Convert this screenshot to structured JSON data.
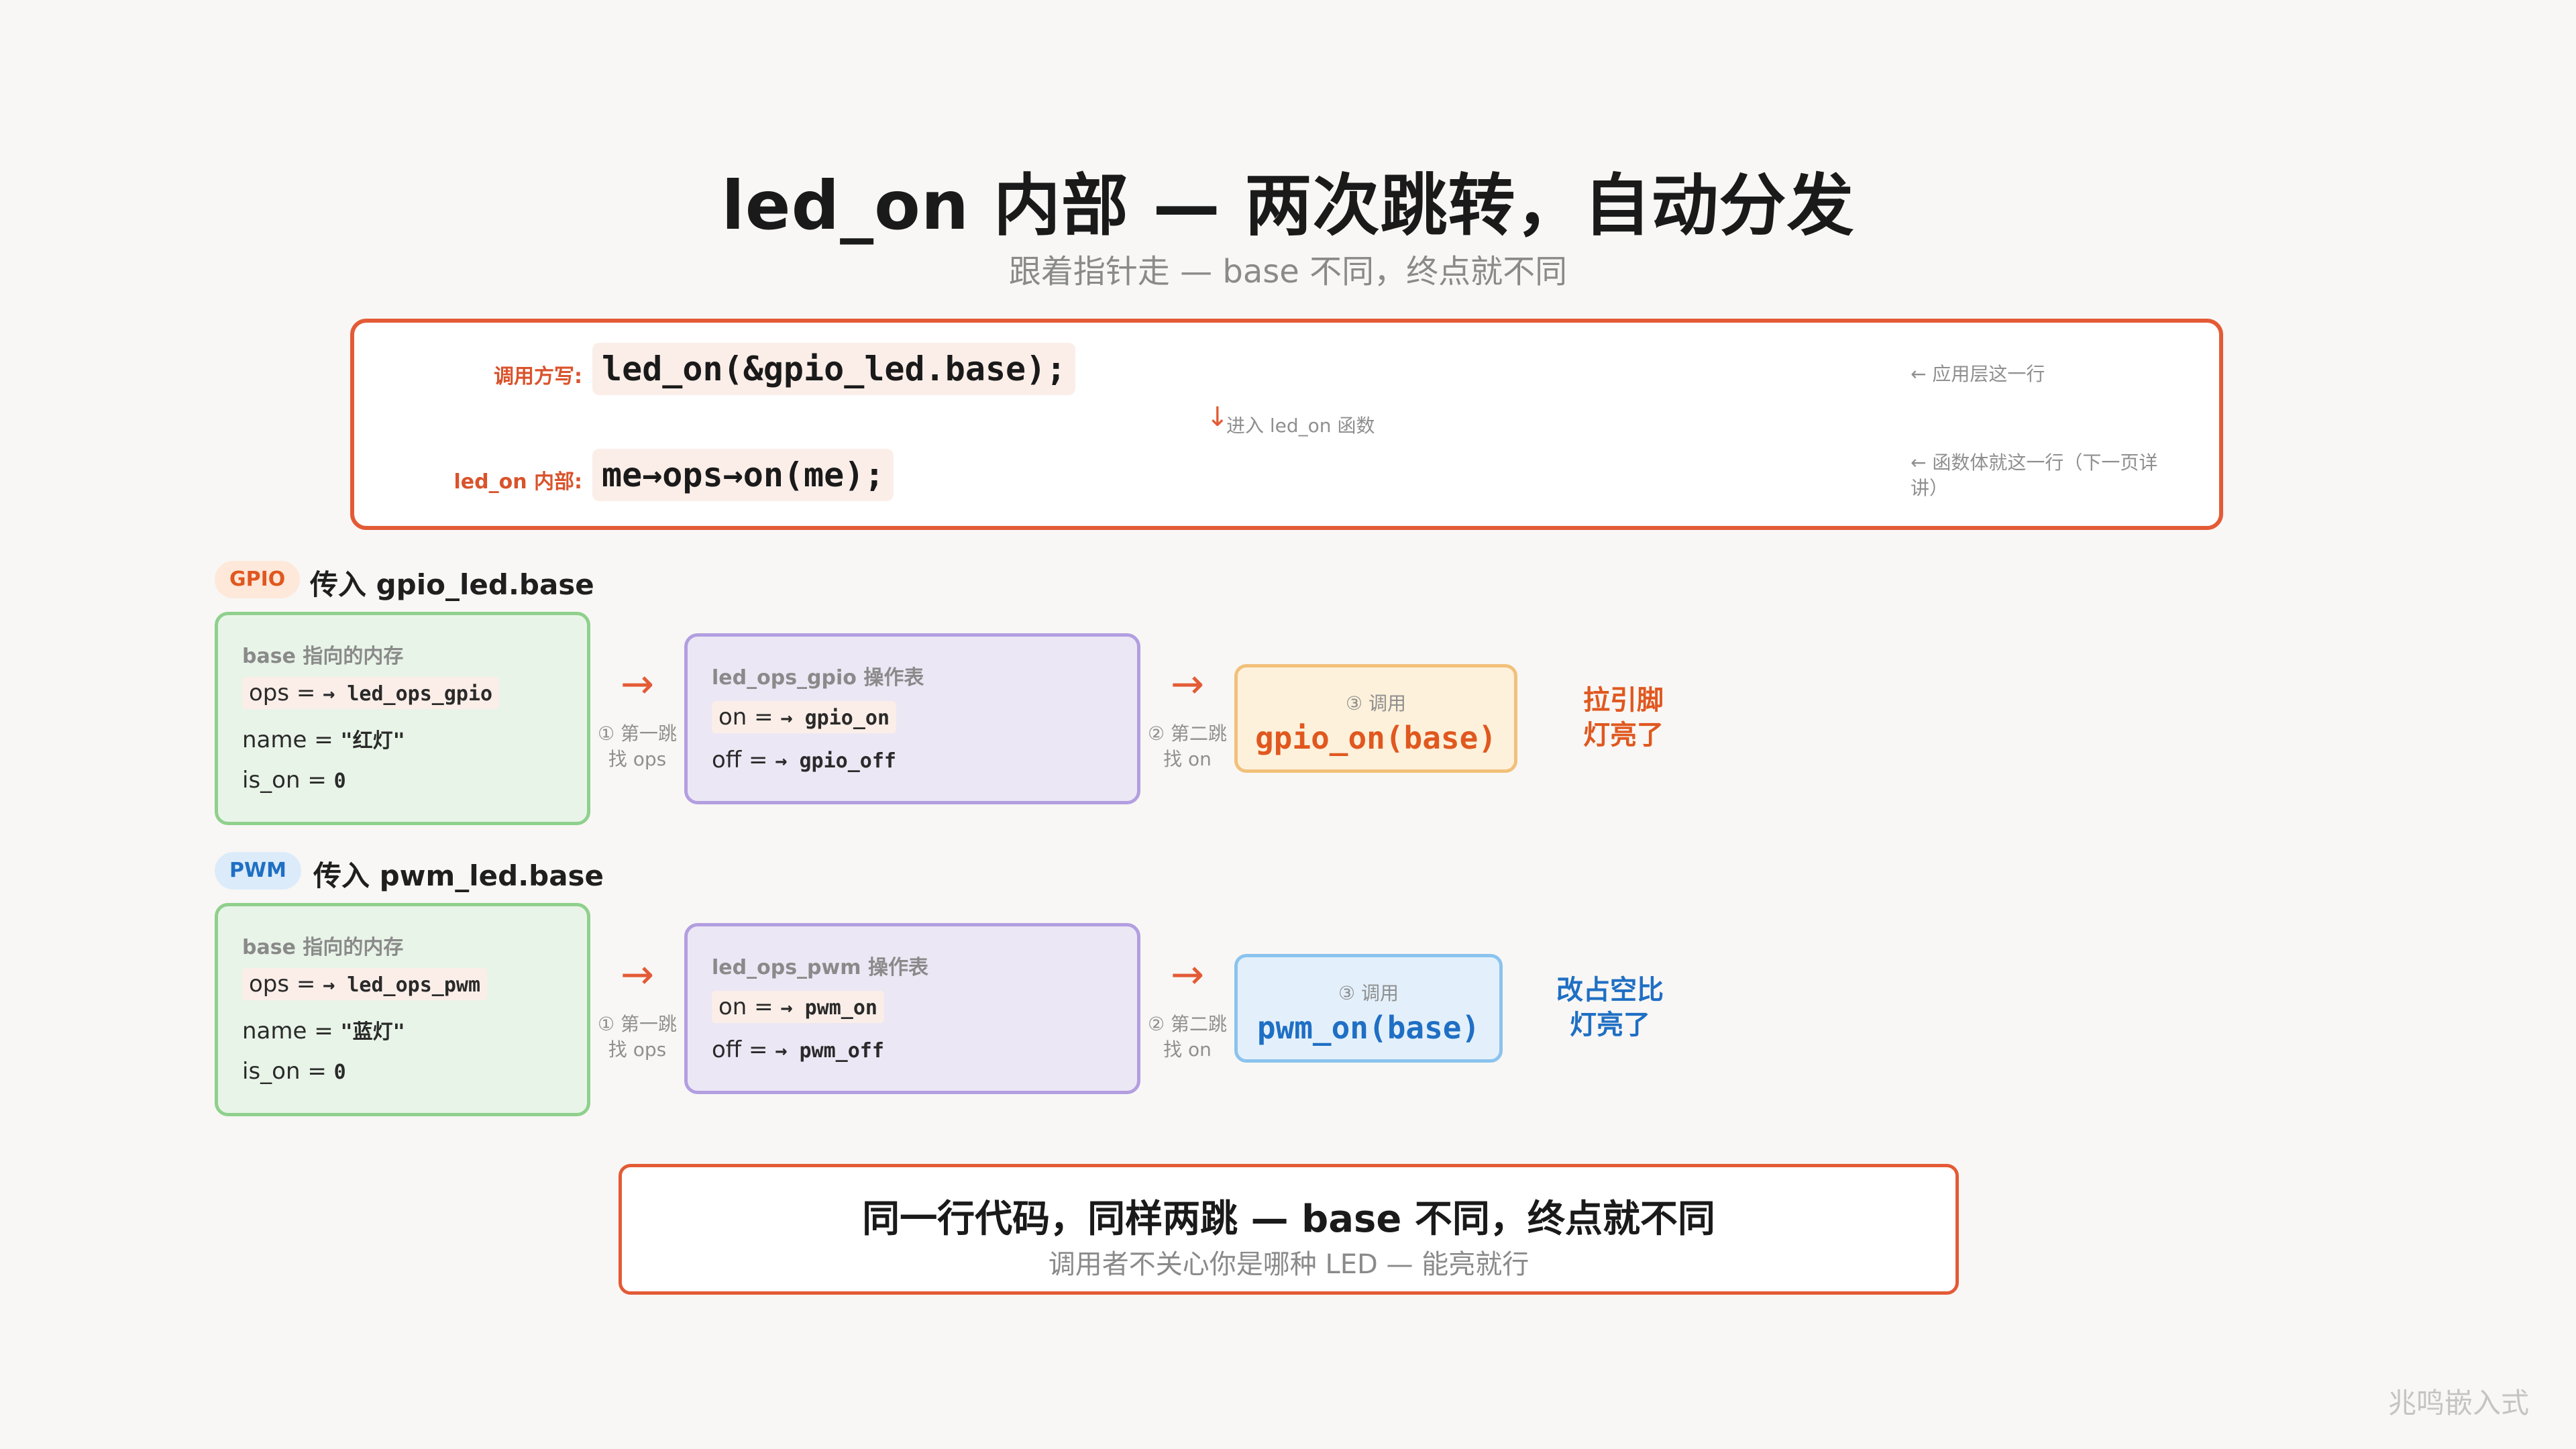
{
  "title": "led_on 内部 — 两次跳转，自动分发",
  "subtitle": "跟着指针走 — base 不同，终点就不同",
  "call": {
    "call_label": "调用方写:",
    "call_code": "led_on(&gpio_led.base);",
    "call_note": "← 应用层这一行",
    "enter_arrow": "↓",
    "enter_note": "进入 led_on 函数",
    "inner_label": "led_on 内部:",
    "inner_code": "me→ops→on(me);",
    "inner_note_1": "← 函数体就这一行（下一页详",
    "inner_note_2": "讲）"
  },
  "rows": [
    {
      "tag": "GPIO",
      "heading": "传入 gpio_led.base",
      "mem_title": "base 指向的内存",
      "mem_fields": [
        {
          "key": "ops = ",
          "value": "→ led_ops_gpio"
        },
        {
          "key": "name = ",
          "value": "\"红灯\""
        },
        {
          "key": "is_on = ",
          "value": "0"
        }
      ],
      "hop1_arrow": "→",
      "hop1_line1": "① 第一跳",
      "hop1_line2": "找 ops",
      "ops_title": "led_ops_gpio 操作表",
      "ops_fields": [
        {
          "key": "on = ",
          "value": "→ gpio_on"
        },
        {
          "key": "off = ",
          "value": "→ gpio_off"
        }
      ],
      "hop2_arrow": "→",
      "hop2_line1": "② 第二跳",
      "hop2_line2": "找 on",
      "call_tag": "③ 调用",
      "call_fn": "gpio_on(base)",
      "result_line1": "拉引脚",
      "result_line2": "灯亮了",
      "color": "#e0581f"
    },
    {
      "tag": "PWM",
      "heading": "传入 pwm_led.base",
      "mem_title": "base 指向的内存",
      "mem_fields": [
        {
          "key": "ops = ",
          "value": "→ led_ops_pwm"
        },
        {
          "key": "name = ",
          "value": "\"蓝灯\""
        },
        {
          "key": "is_on = ",
          "value": "0"
        }
      ],
      "hop1_arrow": "→",
      "hop1_line1": "① 第一跳",
      "hop1_line2": "找 ops",
      "ops_title": "led_ops_pwm 操作表",
      "ops_fields": [
        {
          "key": "on = ",
          "value": "→ pwm_on"
        },
        {
          "key": "off = ",
          "value": "→ pwm_off"
        }
      ],
      "hop2_arrow": "→",
      "hop2_line1": "② 第二跳",
      "hop2_line2": "找 on",
      "call_tag": "③ 调用",
      "call_fn": "pwm_on(base)",
      "result_line1": "改占空比",
      "result_line2": "灯亮了",
      "color": "#1f6fc4"
    }
  ],
  "bottom": {
    "main": "同一行代码，同样两跳 — base 不同，终点就不同",
    "sub": "调用者不关心你是哪种 LED — 能亮就行"
  },
  "watermark": "兆鸣嵌入式"
}
